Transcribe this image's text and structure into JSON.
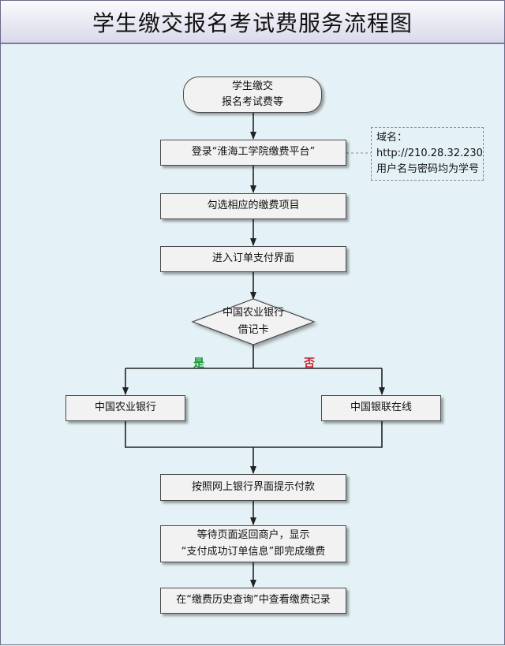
{
  "title": "学生缴交报名考试费服务流程图",
  "start": {
    "line1": "学生缴交",
    "line2": "报名考试费等"
  },
  "steps": {
    "login": "登录“淮海工学院缴费平台”",
    "select": "勾选相应的缴费项目",
    "order": "进入订单支付界面",
    "abc": "中国农业银行",
    "unionpay": "中国银联在线",
    "pay": "按照网上银行界面提示付款",
    "wait_line1": "等待页面返回商户，显示",
    "wait_line2": "“支付成功订单信息”即完成缴费",
    "history": "在“缴费历史查询”中查看缴费记录"
  },
  "decision": {
    "line1": "中国农业银行",
    "line2": "借记卡"
  },
  "branches": {
    "yes": "是",
    "no": "否",
    "yes_color": "#1a9a3a",
    "no_color": "#d0202a"
  },
  "note": {
    "line1": "域名：",
    "line2": "http://210.28.32.230",
    "line3": "用户名与密码均为学号"
  }
}
